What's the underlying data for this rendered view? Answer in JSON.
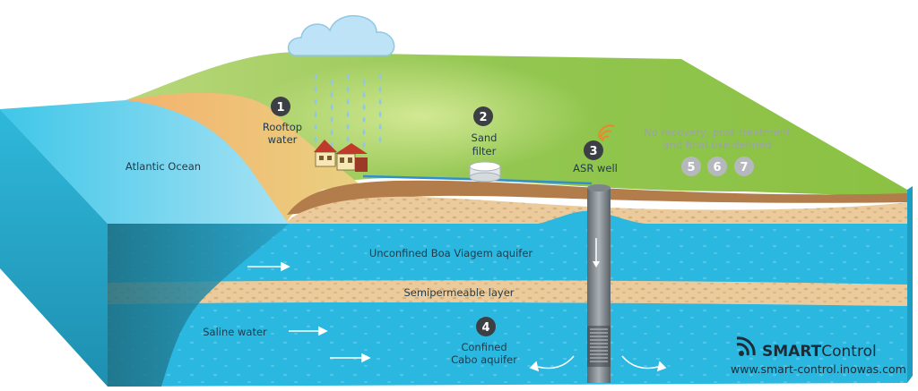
{
  "labels": {
    "ocean": "Atlantic Ocean",
    "rooftop_line1": "Rooftop",
    "rooftop_line2": "water",
    "sand_line1": "Sand",
    "sand_line2": "filter",
    "asr_well": "ASR well",
    "note_line1": "No recovery, post-treatment",
    "note_line2": "and final use defined",
    "unconfined": "Unconfined Boa Viagem aquifer",
    "semipermeable": "Semipermeable layer",
    "saline": "Saline water",
    "confined_line1": "Confined",
    "confined_line2": "Cabo aquifer"
  },
  "markers": [
    "1",
    "2",
    "3",
    "4",
    "5",
    "6",
    "7"
  ],
  "brand": {
    "bold": "SMART",
    "regular": "Control",
    "url": "www.smart-control.inowas.com"
  },
  "colors": {
    "grass": "#8fc34a",
    "sand": "#e8c79a",
    "aquifer": "#2ab7e0",
    "ocean": "#5fd0ee",
    "marker_dark": "#3c3f44",
    "marker_grey": "#b5b9bd",
    "wifi": "#e58a2b"
  }
}
